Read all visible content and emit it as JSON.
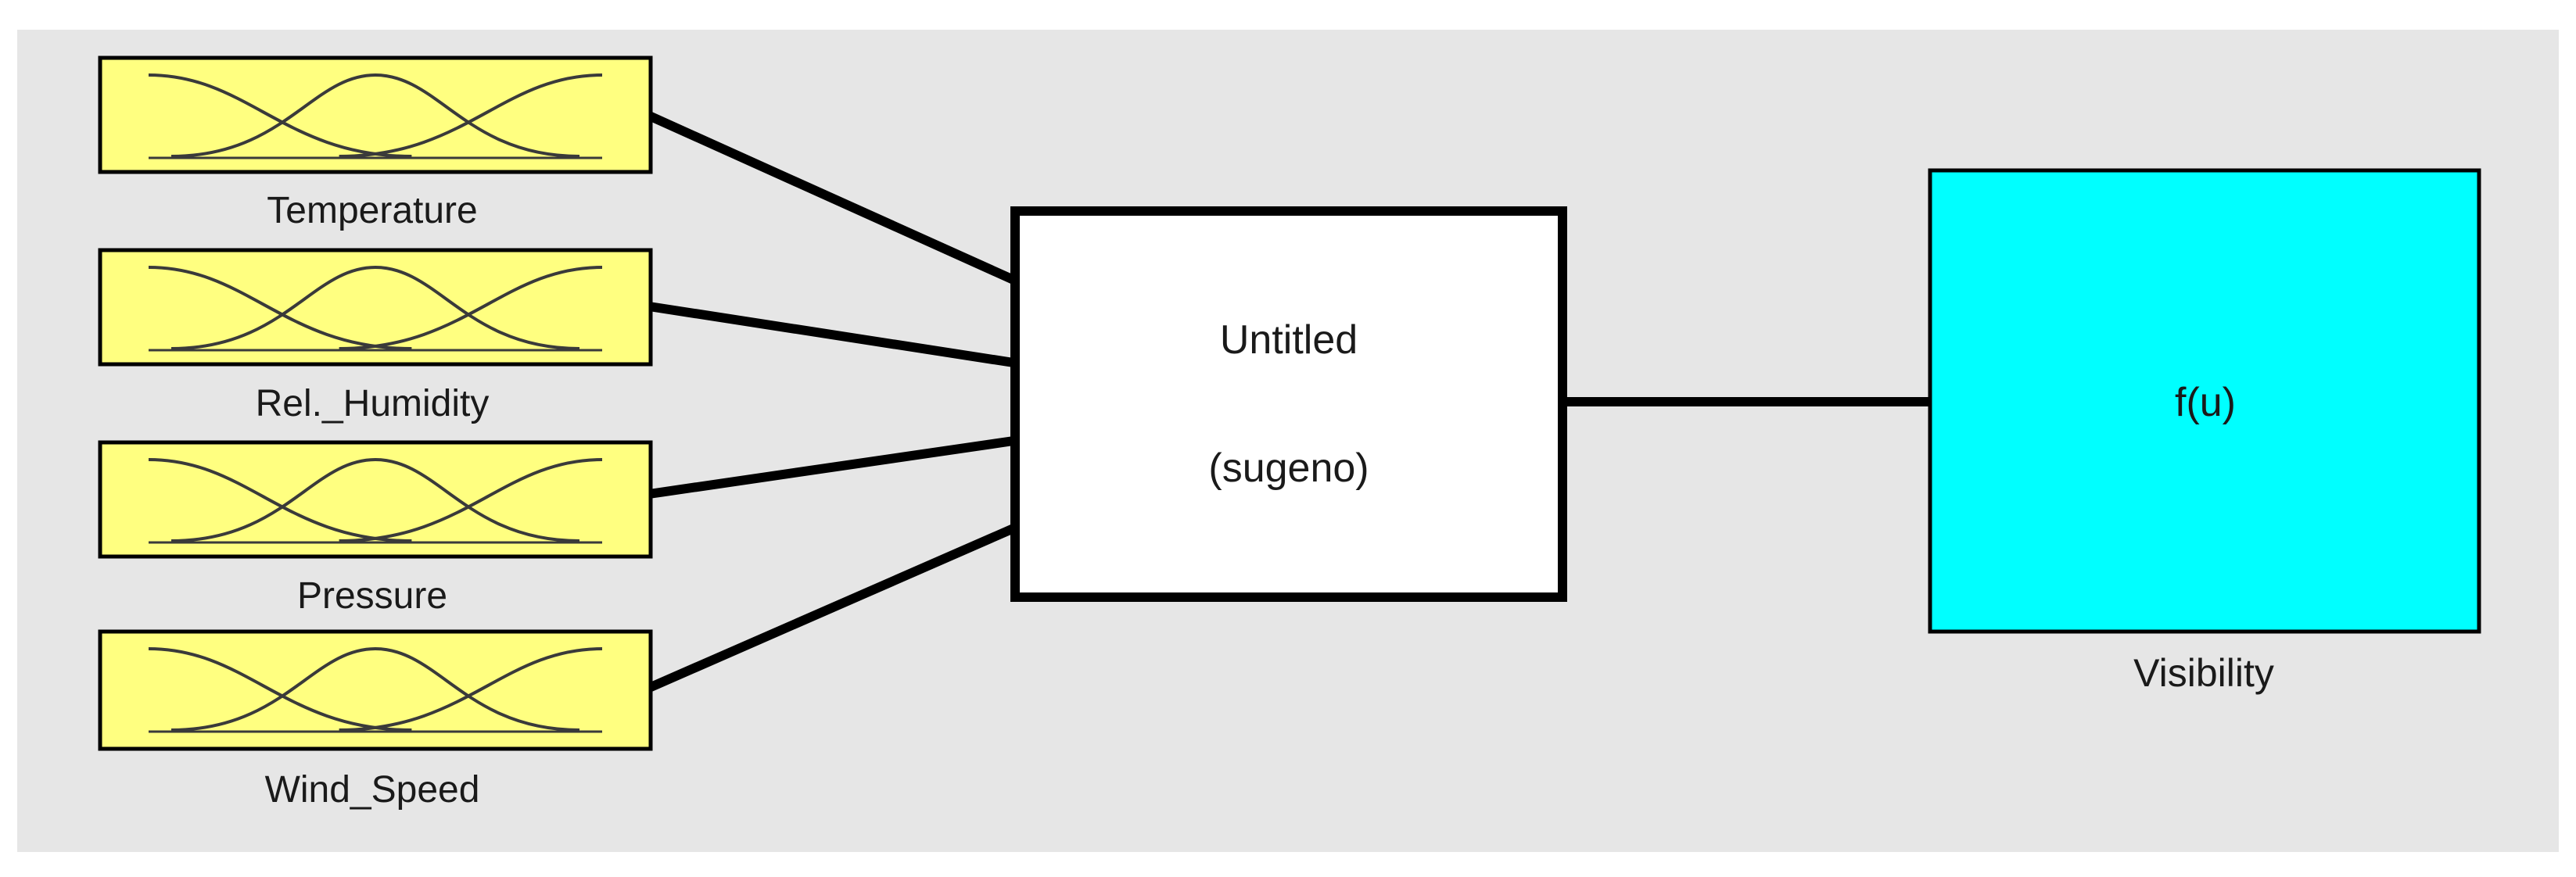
{
  "colors": {
    "background": "#e6e6e6",
    "input_fill": "#ffff80",
    "output_fill": "#00ffff",
    "system_fill": "#ffffff",
    "line": "#000000",
    "mf_curve": "#3a3a3a"
  },
  "inputs": [
    {
      "label": "Temperature",
      "icon": "membership-functions-icon"
    },
    {
      "label": "Rel._Humidity",
      "icon": "membership-functions-icon"
    },
    {
      "label": "Pressure",
      "icon": "membership-functions-icon"
    },
    {
      "label": "Wind_Speed",
      "icon": "membership-functions-icon"
    }
  ],
  "system": {
    "name": "Untitled",
    "type": "(sugeno)"
  },
  "output": {
    "function": "f(u)",
    "label": "Visibility"
  }
}
